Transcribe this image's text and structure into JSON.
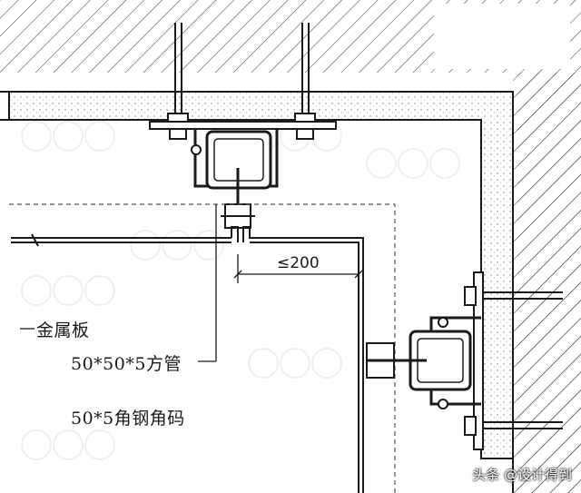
{
  "labels": {
    "metal_panel": "金属板",
    "square_tube": "50*50*5方管",
    "angle_bracket": "50*5角钢角码",
    "dimension": "≤200"
  },
  "watermark": "头条 @设计得到",
  "colors": {
    "line": "#1a1a1a",
    "concrete": "#f2f2f2",
    "hatch": "#333333",
    "watermark_logo": "#e6e6e6"
  }
}
